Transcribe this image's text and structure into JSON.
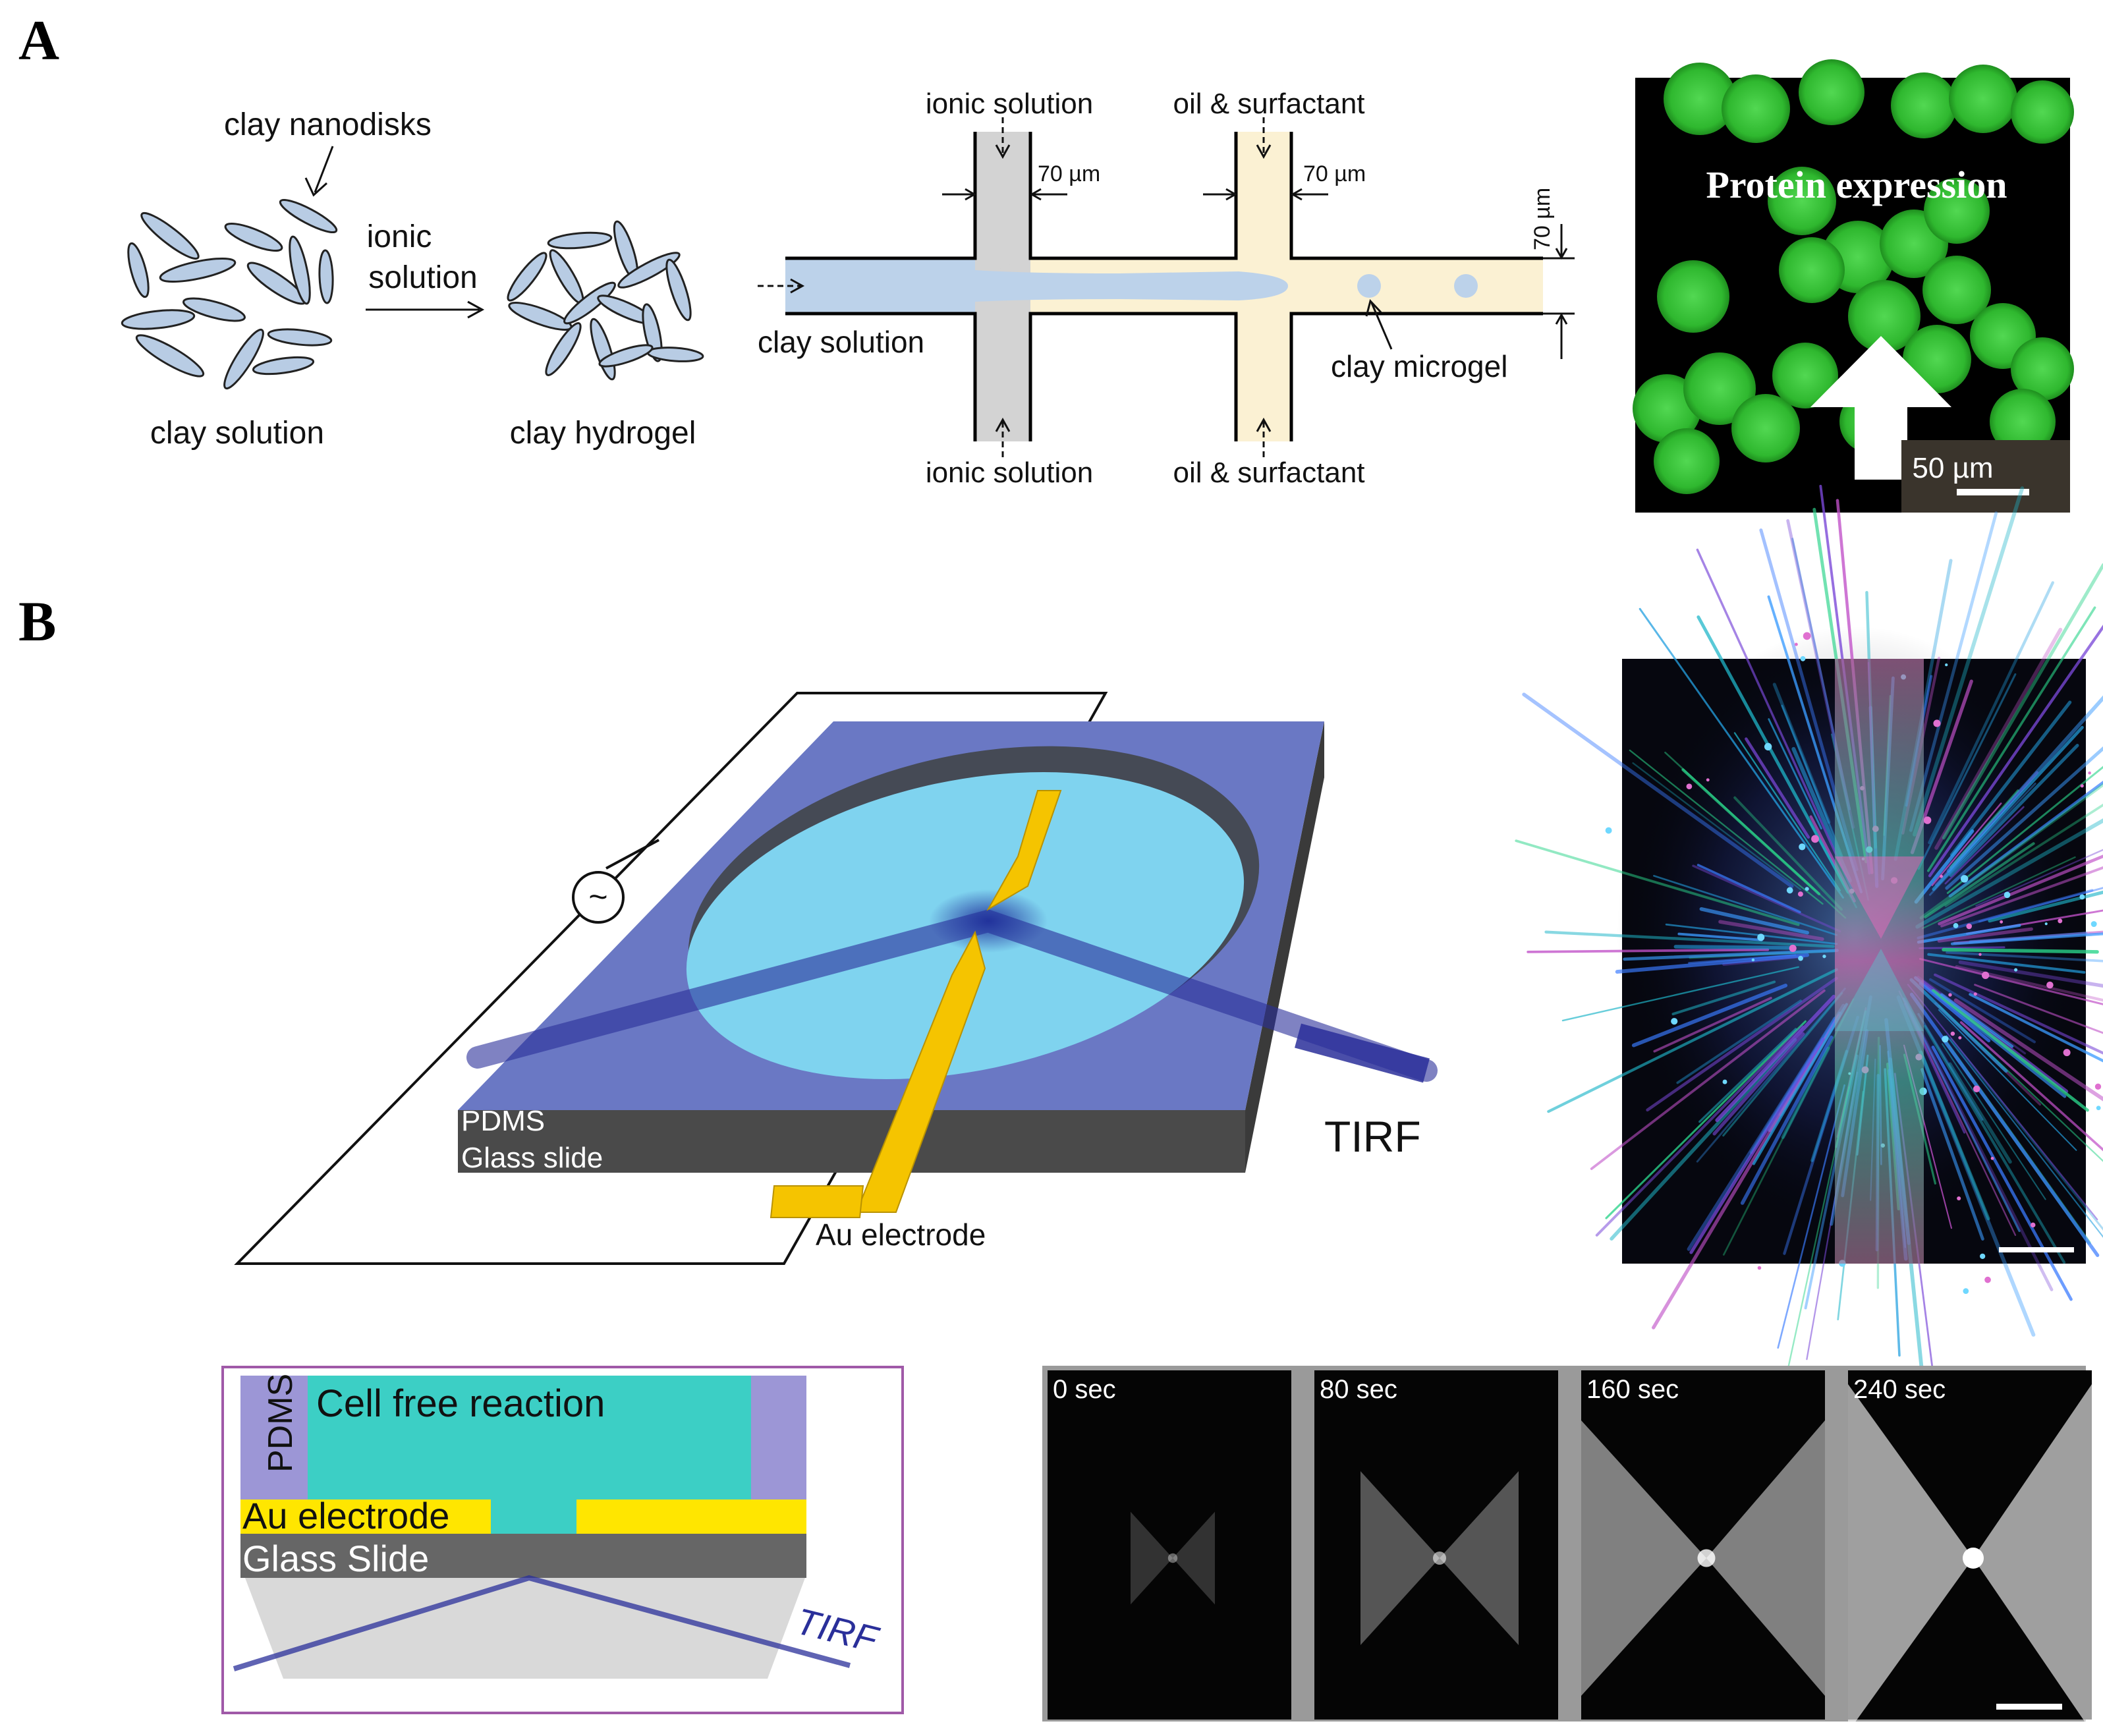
{
  "panel_a": {
    "label": "A",
    "clay_nanodisks": "clay nanodisks",
    "ionic": "ionic",
    "solution": "solution",
    "clay_solution": "clay solution",
    "clay_hydrogel": "clay hydrogel",
    "chip": {
      "ionic_solution_top": "ionic solution",
      "ionic_solution_bottom": "ionic solution",
      "oil_surfactant_top": "oil & surfactant",
      "oil_surfactant_bottom": "oil & surfactant",
      "width_1": "70 µm",
      "width_2": "70 µm",
      "width_3": "70 µm",
      "clay_solution": "clay solution",
      "clay_microgel": "clay microgel"
    },
    "micrograph": {
      "caption": "Protein expression",
      "scale": "50 µm"
    }
  },
  "panel_b": {
    "label": "B",
    "pdms": "PDMS",
    "glass_slide": "Glass slide",
    "au_electrode": "Au electrode",
    "tirf": "TIRF",
    "ac_symbol": "~",
    "cross_section": {
      "pdms": "PDMS",
      "cell_free": "Cell free reaction",
      "au_electrode": "Au electrode",
      "glass_slide": "Glass Slide",
      "tirf": "TIRF"
    },
    "time_series": [
      {
        "label": "0 sec",
        "intensity": 0.12
      },
      {
        "label": "80 sec",
        "intensity": 0.4
      },
      {
        "label": "160 sec",
        "intensity": 0.75
      },
      {
        "label": "240 sec",
        "intensity": 1.0
      }
    ]
  },
  "colors": {
    "clay": "#b8cce4",
    "chip_gray": "#d3d3d3",
    "chip_yellow": "#fbf1d3",
    "chip_blue": "#bcd2ea",
    "gfp": "#3cc83c",
    "pdms_slab": "#6a78c4",
    "well": "#7fd3ef",
    "gold": "#f5c400",
    "tirf_beam": "#2a2f9a",
    "cross_teal": "#3ccfc5",
    "cross_lilac": "#9c96d6",
    "cross_yellow": "#ffe600",
    "cross_gray": "#666666",
    "frame_purple": "#a05aa8"
  }
}
